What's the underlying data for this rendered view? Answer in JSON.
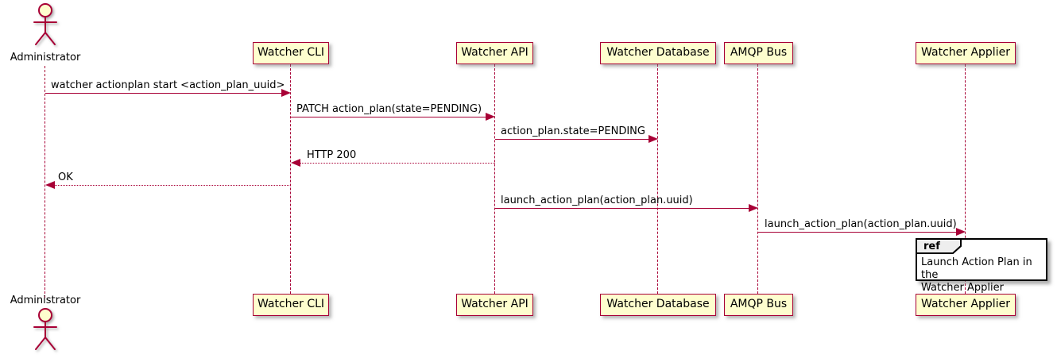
{
  "colors": {
    "accent": "#A80036",
    "participant_fill": "#FEFECE",
    "ref_header_fill": "#EEEEEE",
    "text": "#000000"
  },
  "actor": {
    "name": "Administrator"
  },
  "participants": [
    {
      "label": "Watcher CLI"
    },
    {
      "label": "Watcher API"
    },
    {
      "label": "Watcher Database"
    },
    {
      "label": "AMQP Bus"
    },
    {
      "label": "Watcher Applier"
    }
  ],
  "messages": [
    {
      "from": "Administrator",
      "to": "Watcher CLI",
      "text": "watcher actionplan start <action_plan_uuid>",
      "line": "solid",
      "direction": "right"
    },
    {
      "from": "Watcher CLI",
      "to": "Watcher API",
      "text": "PATCH action_plan(state=PENDING)",
      "line": "solid",
      "direction": "right"
    },
    {
      "from": "Watcher API",
      "to": "Watcher Database",
      "text": "action_plan.state=PENDING",
      "line": "solid",
      "direction": "right"
    },
    {
      "from": "Watcher API",
      "to": "Watcher CLI",
      "text": "HTTP 200",
      "line": "dotted",
      "direction": "left"
    },
    {
      "from": "Watcher CLI",
      "to": "Administrator",
      "text": "OK",
      "line": "dotted",
      "direction": "left"
    },
    {
      "from": "Watcher API",
      "to": "AMQP Bus",
      "text": "launch_action_plan(action_plan.uuid)",
      "line": "solid",
      "direction": "right"
    },
    {
      "from": "AMQP Bus",
      "to": "Watcher Applier",
      "text": "launch_action_plan(action_plan.uuid)",
      "line": "solid",
      "direction": "right"
    }
  ],
  "ref": {
    "keyword": "ref",
    "line1": "Launch Action Plan in the",
    "line2": "Watcher Applier",
    "over": "Watcher Applier"
  }
}
